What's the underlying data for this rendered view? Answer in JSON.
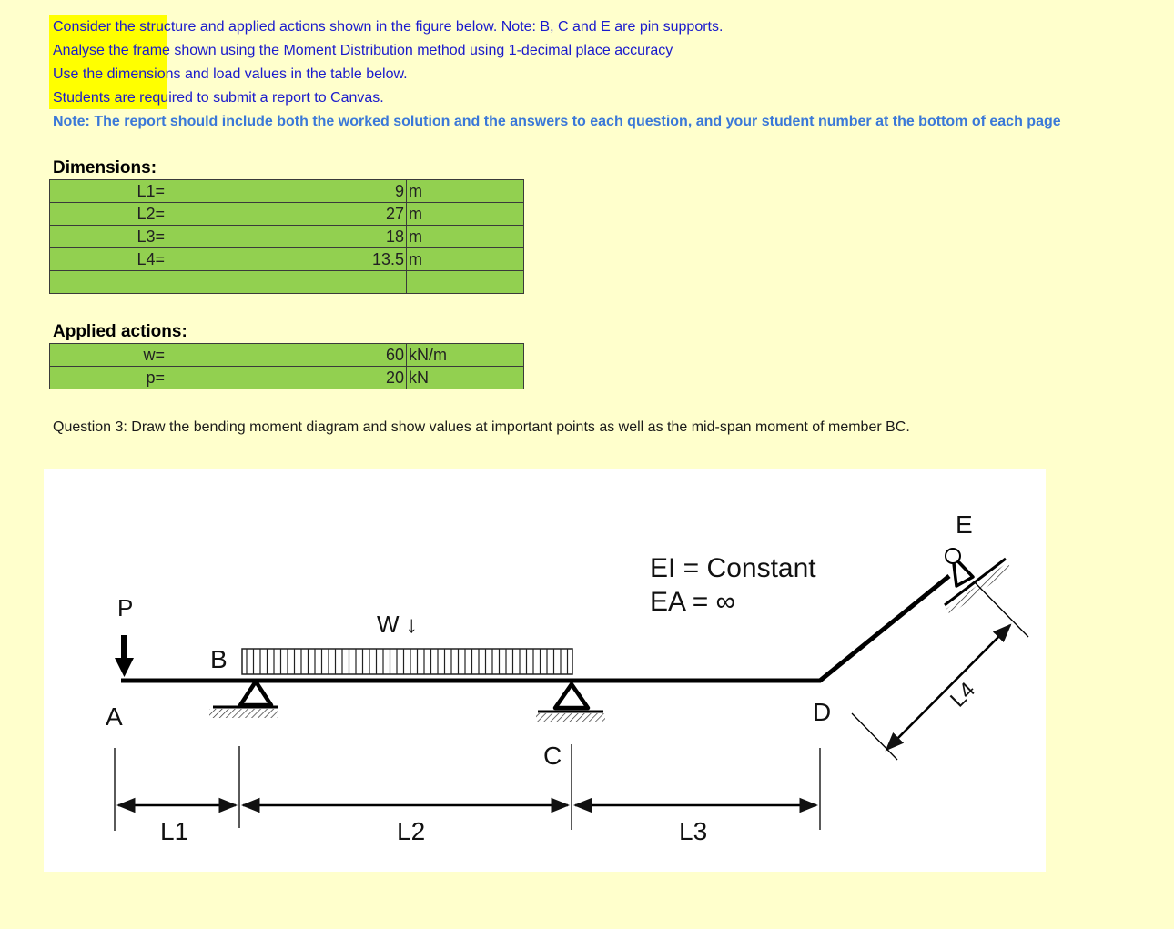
{
  "instructions": [
    "Consider the structure and applied actions shown in the figure below. Note: B, C and E are pin supports.",
    "Analyse the frame shown using the Moment Distribution method using 1-decimal place accuracy",
    "Use the dimensions and load values in the table below.",
    "Students are required to submit a report to Canvas."
  ],
  "note": "Note: The report should include both the worked solution and the answers to each question, and your student number at the bottom of each page",
  "dimensions": {
    "heading": "Dimensions:",
    "rows": [
      {
        "label": "L1=",
        "value": "9",
        "unit": "m"
      },
      {
        "label": "L2=",
        "value": "27",
        "unit": "m"
      },
      {
        "label": "L3=",
        "value": "18",
        "unit": "m"
      },
      {
        "label": "L4=",
        "value": "13.5",
        "unit": "m"
      },
      {
        "label": "",
        "value": "",
        "unit": ""
      }
    ]
  },
  "actions": {
    "heading": "Applied actions:",
    "rows": [
      {
        "label": "w=",
        "value": "60",
        "unit": "kN/m"
      },
      {
        "label": "p=",
        "value": "20",
        "unit": "kN"
      }
    ]
  },
  "question": "Question 3: Draw the bending moment diagram and show values at important points as well as the mid-span moment of member BC.",
  "figure": {
    "load_p": "P",
    "point_a": "A",
    "point_b": "B",
    "point_c": "C",
    "point_d": "D",
    "point_e": "E",
    "load_w": "W ↓",
    "ei": "EI = Constant",
    "ea": "EA = ∞",
    "span_l1": "L1",
    "span_l2": "L2",
    "span_l3": "L3",
    "span_l4": "L4"
  }
}
